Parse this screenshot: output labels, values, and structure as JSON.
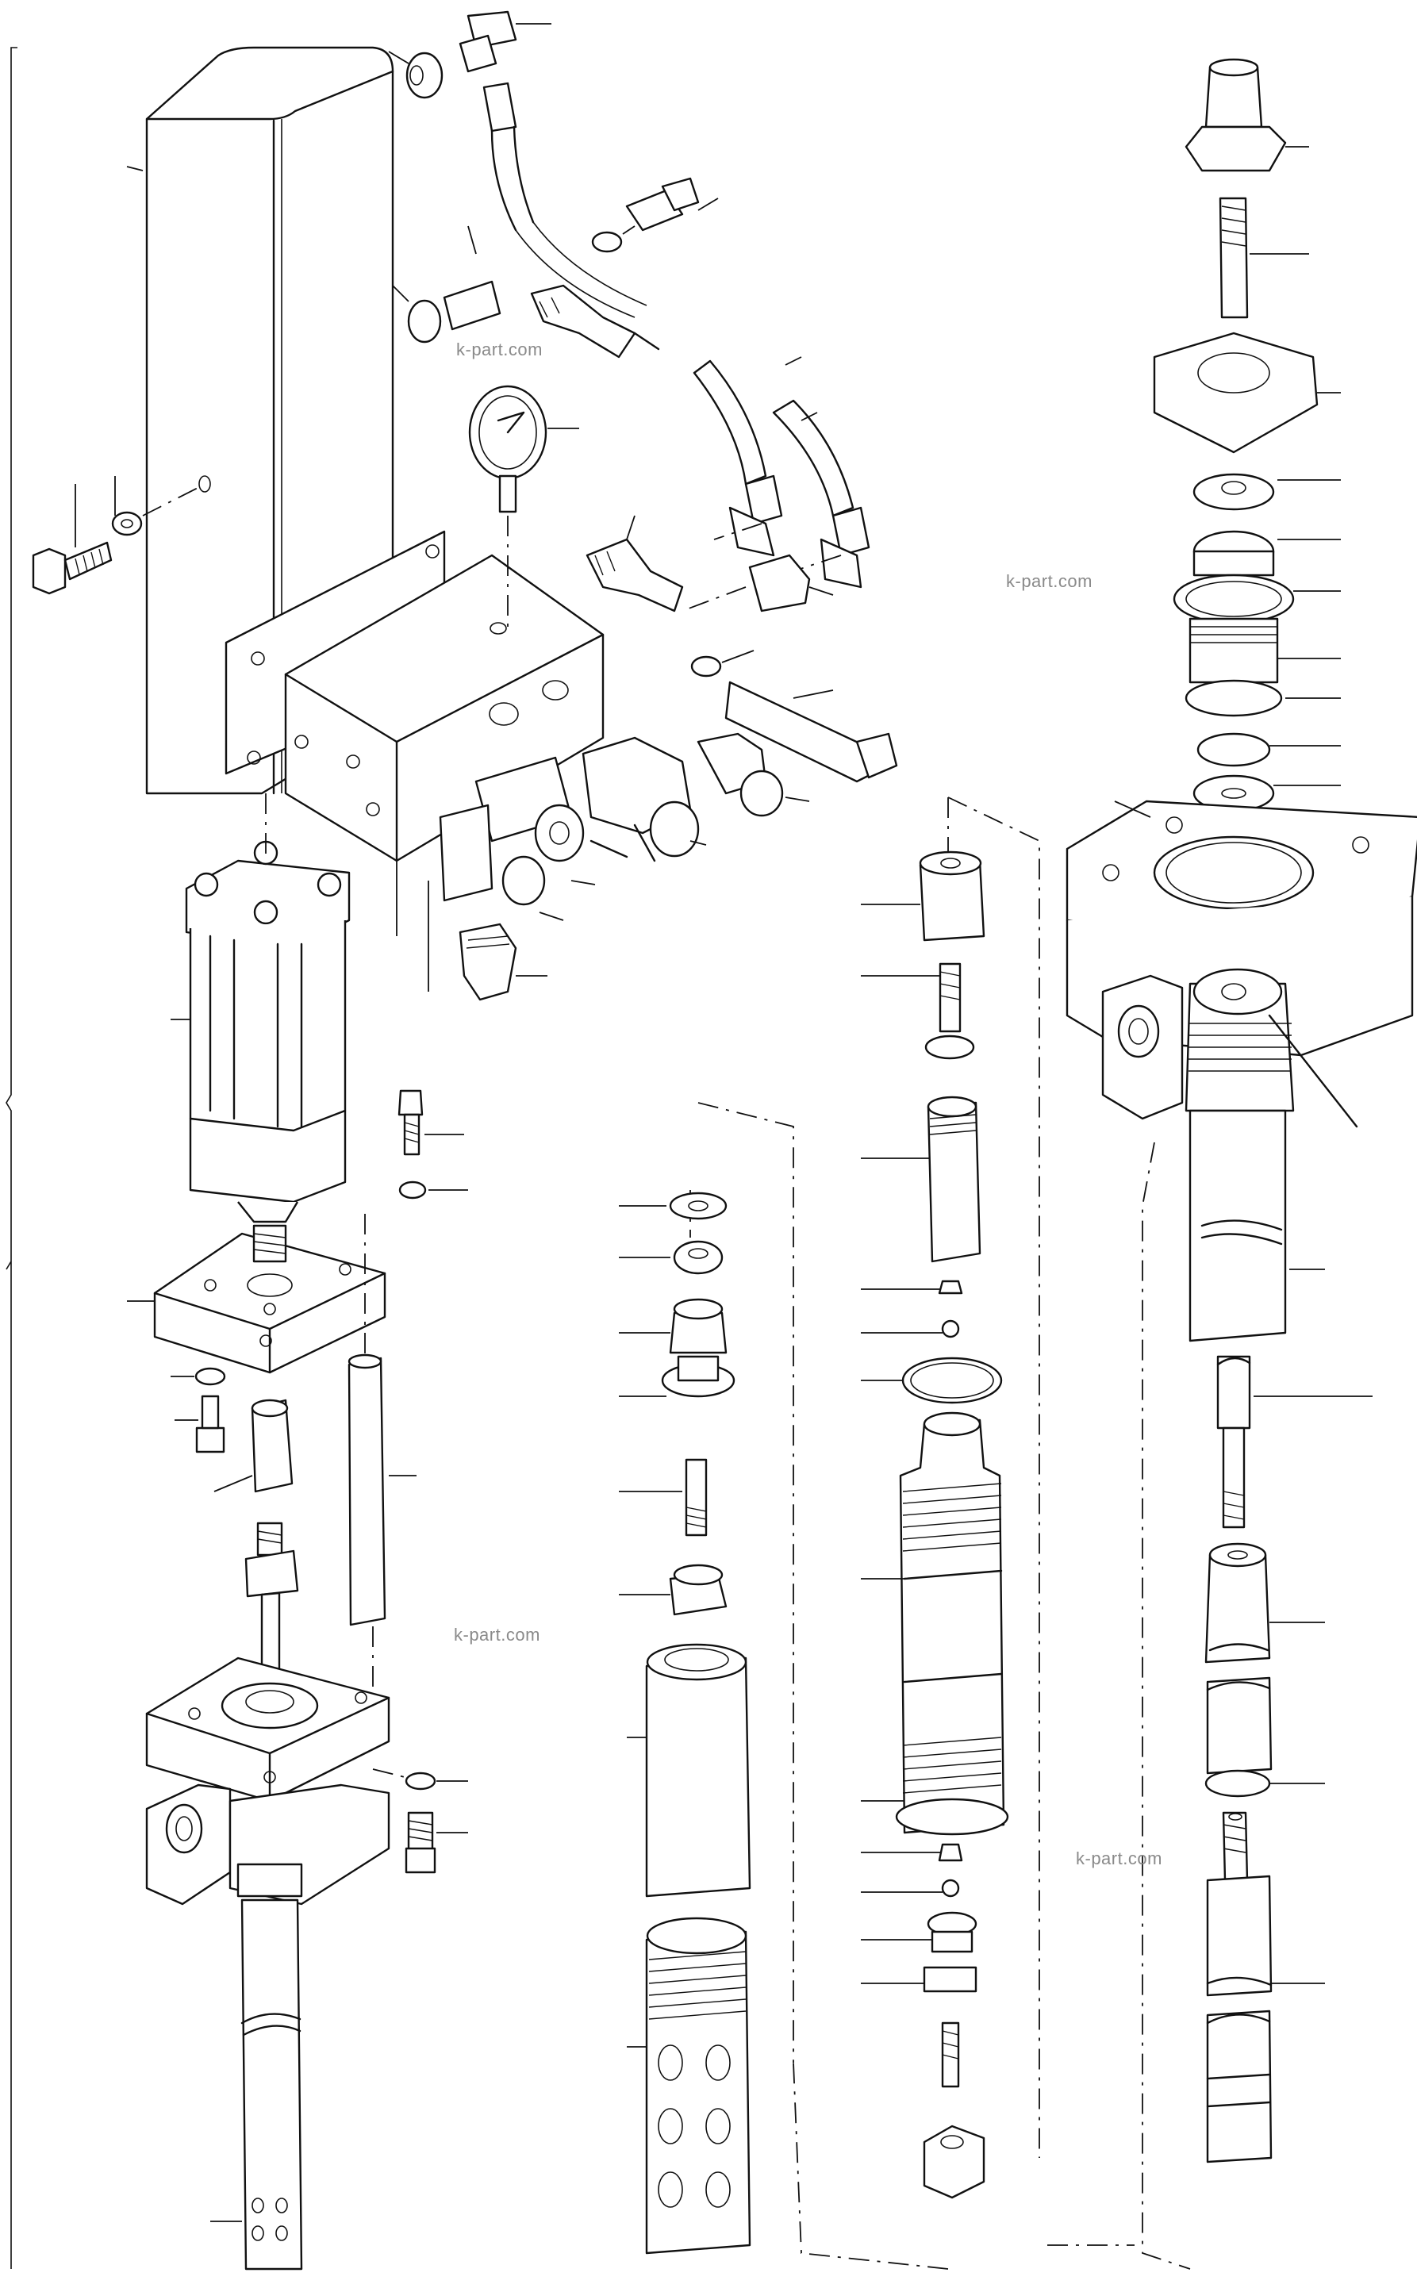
{
  "watermarks": [
    "k-part.com",
    "k-part.com",
    "k-part.com",
    "k-part.com"
  ],
  "colors": {
    "ink": "#111111",
    "paper": "#ffffff",
    "watermark": "#8a8a8a"
  },
  "icons": [
    "exploded-parts-drawing",
    "pressure-gauge-icon",
    "hydraulic-cylinder-icon",
    "valve-body-icon"
  ]
}
